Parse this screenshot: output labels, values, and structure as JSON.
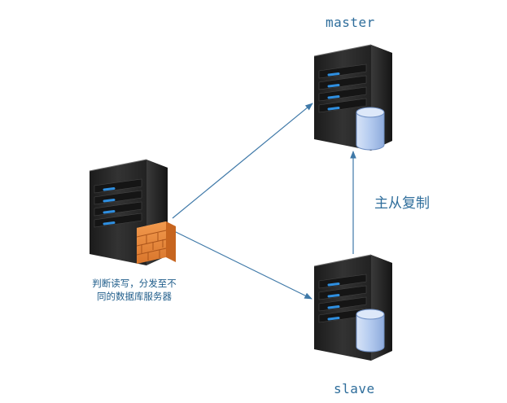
{
  "nodes": {
    "master": {
      "label": "master"
    },
    "slave": {
      "label": "slave"
    },
    "proxy": {
      "caption_line1": "判断读写，分发至不",
      "caption_line2": "同的数据库服务器"
    }
  },
  "edges": {
    "replication": {
      "label": "主从复制"
    }
  },
  "colors": {
    "label": "#2e6d9b",
    "arrow": "#3f79a8",
    "server_body": "#2b2b2b",
    "led": "#2f8fe0",
    "database": "#a9c3ec",
    "firewall": "#e8893c"
  }
}
